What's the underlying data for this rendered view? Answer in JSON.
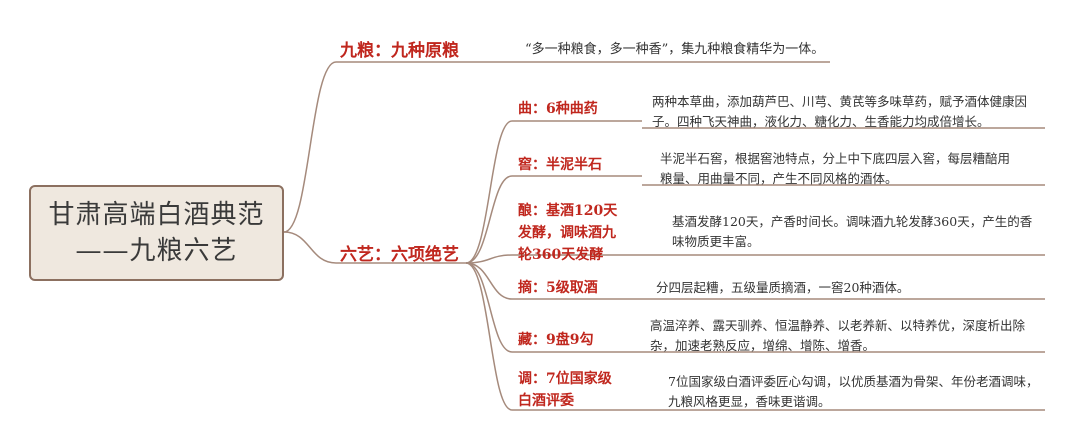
{
  "root": {
    "line1": "甘肃高端白酒典范",
    "line2": "——九粮六艺"
  },
  "branches": [
    {
      "label": "九粮：九种原粮",
      "desc": "“多一种粮食，多一种香”，集九种粮食精华为一体。"
    },
    {
      "label": "六艺：六项绝艺"
    }
  ],
  "items": [
    {
      "label_lines": [
        "曲：6种曲药"
      ],
      "desc_lines": [
        "两种本草曲，添加葫芦巴、川芎、黄芪等多味草药，赋予酒体健康因",
        "子。四种飞天神曲，液化力、糖化力、生香能力均成倍增长。"
      ]
    },
    {
      "label_lines": [
        "窖：半泥半石"
      ],
      "desc_lines": [
        "半泥半石窖，根据窖池特点，分上中下底四层入窖，每层糟醅用",
        "粮量、用曲量不同，产生不同风格的酒体。"
      ]
    },
    {
      "label_lines": [
        "酿：基酒120天",
        "发酵，调味酒九",
        "轮360天发酵"
      ],
      "desc_lines": [
        "基酒发酵120天，产香时间长。调味酒九轮发酵360天，产生的香",
        "味物质更丰富。"
      ]
    },
    {
      "label_lines": [
        "摘：5级取酒"
      ],
      "desc_lines": [
        "分四层起糟，五级量质摘酒，一窖20种酒体。"
      ]
    },
    {
      "label_lines": [
        "藏：9盘9勾"
      ],
      "desc_lines": [
        "高温淬养、露天驯养、恒温静养、以老养新、以特养优，深度析出除",
        "杂，加速老熟反应，增绵、增陈、增香。"
      ]
    },
    {
      "label_lines": [
        "调：7位国家级",
        "白酒评委"
      ],
      "desc_lines": [
        "7位国家级白酒评委匠心勾调，以优质基酒为骨架、年份老酒调味，",
        "九粮风格更显，香味更谐调。"
      ]
    }
  ],
  "colors": {
    "accent": "#c0271e",
    "line": "#a58a7c",
    "root_fill": "#efe8df",
    "root_border": "#8c7060"
  }
}
